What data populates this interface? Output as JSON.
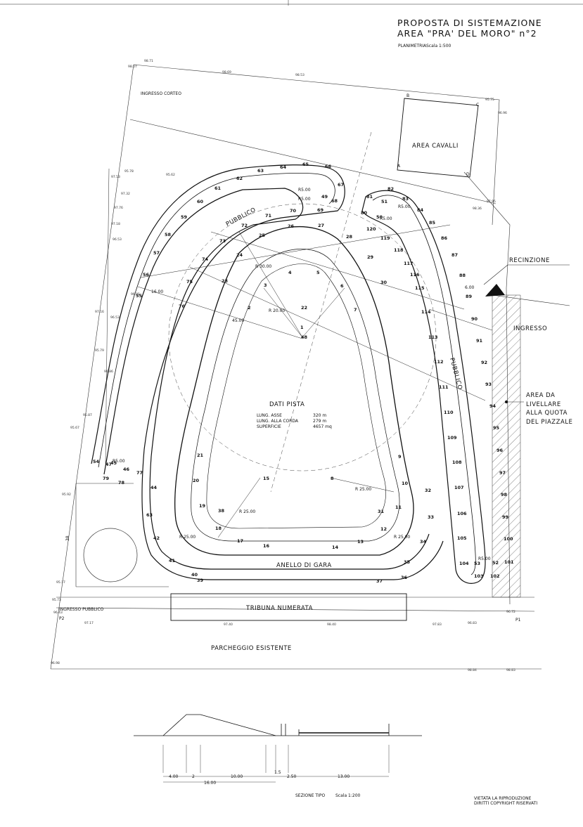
{
  "title": {
    "line1": "PROPOSTA DI SISTEMAZIONE",
    "line2": "AREA \"PRA' DEL MORO\" n°2",
    "sub_label": "PLANIMETRIA",
    "scale": "Scala 1:500"
  },
  "labels": {
    "area_cavalli": "AREA CAVALLI",
    "corner_a": "A",
    "corner_b": "B",
    "corner_c": "C",
    "corner_d": "D",
    "ingresso_corteo": "INGRESSO CORTEO",
    "ingresso_pubblico": "INGRESSO PUBBLICO",
    "pubblico_left": "PUBBLICO",
    "pubblico_right": "PUBBLICO",
    "recinzione": "RECINZIONE",
    "ingresso": "INGRESSO",
    "area_livellare_1": "AREA DA",
    "area_livellare_2": "LIVELLARE",
    "area_livellare_3": "ALLA QUOTA",
    "area_livellare_4": "DEL PIAZZALE",
    "dati_pista": "DATI PISTA",
    "lung_asse_k": "LUNG. ASSE",
    "lung_asse_v": "320 m",
    "lung_corda_k": "LUNG. ALLA CORDA",
    "lung_corda_v": "279 m",
    "superficie_k": "SUPERFICIE",
    "superficie_v": "4657 mq",
    "anello": "ANELLO DI GARA",
    "tribuna": "TRIBUNA NUMERATA",
    "parcheggio": "PARCHEGGIO ESISTENTE",
    "p1": "P1",
    "p2": "P2",
    "r30": "R 30.00",
    "r20": "R 20.00",
    "r25a": "R 25.00",
    "r25b": "R 25.00",
    "r25c": "R 25.00",
    "r25d": "R 25.00",
    "r5a": "R5.00",
    "r5b": "R5.00",
    "r5c": "R5.00",
    "r5d": "R5.00",
    "r5e": "R5.00",
    "r5f": "R5.00",
    "d16": "16.00",
    "d45": "45.00",
    "d6": "6.00",
    "d38": "38",
    "sezione": "SEZIONE TIPO",
    "sezione_scale": "Scala 1:200",
    "copyright1": "VIETATA LA RIPRODUZIONE",
    "copyright2": "DIRITTI COPYRIGHT RISERVATI"
  },
  "section_dims": [
    "4.00",
    "2",
    "10.00",
    "1.5",
    "2.50",
    "13.00",
    "16.00"
  ],
  "points": {
    "outer_left": [
      "54",
      "79",
      "78",
      "77",
      "44",
      "63",
      "42",
      "41",
      "40",
      "39"
    ],
    "outer_top": [
      "58",
      "59",
      "60",
      "61",
      "62",
      "63",
      "64",
      "65",
      "66",
      "67",
      "68",
      "69",
      "70",
      "71",
      "72",
      "73",
      "74",
      "75",
      "76"
    ],
    "inner": [
      "1",
      "2",
      "3",
      "4",
      "5",
      "6",
      "7",
      "8",
      "9",
      "10",
      "11",
      "12",
      "13",
      "14",
      "15",
      "16",
      "17",
      "18",
      "19",
      "20",
      "21",
      "22",
      "23",
      "24",
      "25",
      "26",
      "27",
      "28",
      "29",
      "30",
      "31",
      "32",
      "33",
      "34",
      "35",
      "36",
      "37",
      "38",
      "45",
      "46",
      "47",
      "48",
      "49",
      "50",
      "51",
      "52",
      "53",
      "55",
      "56",
      "57"
    ],
    "right": [
      "80",
      "81",
      "82",
      "83",
      "84",
      "85",
      "86",
      "87",
      "88",
      "89",
      "90",
      "91",
      "92",
      "93",
      "94",
      "95",
      "96",
      "97",
      "98",
      "99",
      "100",
      "101",
      "102",
      "103",
      "104",
      "105",
      "106",
      "107",
      "108",
      "109",
      "110",
      "111",
      "112",
      "113",
      "114",
      "115",
      "116",
      "117",
      "118",
      "119",
      "120"
    ]
  },
  "elevations": [
    "98.71",
    "98.67",
    "98.69",
    "98.53",
    "97.53",
    "97.32",
    "97.76",
    "97.18",
    "96.53",
    "96.91",
    "97.16",
    "96.53",
    "95.79",
    "96.86",
    "95.87",
    "95.67",
    "95.62",
    "95.78",
    "95.92",
    "95.17",
    "95.73",
    "96.43",
    "96.98",
    "97.17",
    "97.40",
    "98.40",
    "97.83",
    "96.83",
    "96.72",
    "95.75",
    "96.96",
    "98.36",
    "97.95",
    "98.84",
    "98.83"
  ]
}
